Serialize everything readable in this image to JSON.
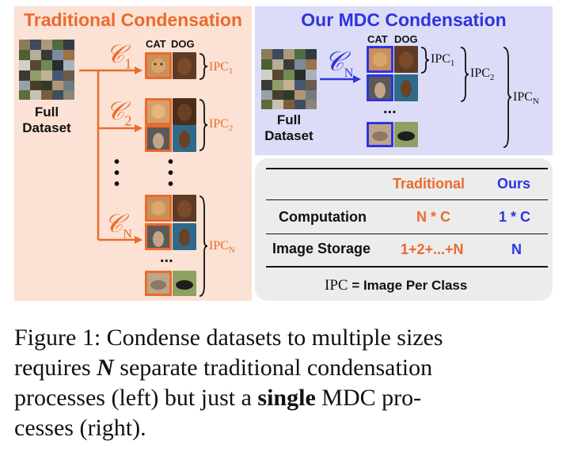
{
  "left": {
    "title": "Traditional Condensation",
    "full_dataset": [
      "Full",
      "Dataset"
    ],
    "cat_label": "CAT",
    "dog_label": "DOG",
    "condensers": [
      "C1",
      "C2",
      "CN"
    ],
    "ipc_labels": [
      "IPC1",
      "IPC2",
      "IPCN"
    ],
    "ellipsis": "...",
    "accent_color": "#ec6a2c"
  },
  "right": {
    "title": "Our MDC Condensation",
    "full_dataset": [
      "Full",
      "Dataset"
    ],
    "cat_label": "CAT",
    "dog_label": "DOG",
    "condenser": "CN",
    "ipc_labels": [
      "IPC1",
      "IPC2",
      "IPCN"
    ],
    "ellipsis": "...",
    "accent_color": "#2e34e0"
  },
  "table": {
    "headers": [
      "Traditional",
      "Ours"
    ],
    "rows": [
      {
        "label": "Computation",
        "traditional": "N * C",
        "ours": "1 * C"
      },
      {
        "label": "Image Storage",
        "traditional": "1+2+...+N",
        "ours": "N"
      }
    ],
    "footnote_ipc": "IPC",
    "footnote_rest": "= Image Per Class"
  },
  "caption": {
    "line1": "Figure 1: Condense datasets to multiple sizes",
    "line2_pre": "requires",
    "line2_n": "N",
    "line2_post": "separate traditional condensation",
    "line3_pre": "processes (left) but just a",
    "line3_bold": "single",
    "line3_post": "MDC pro-",
    "line4": "cesses (right)."
  }
}
